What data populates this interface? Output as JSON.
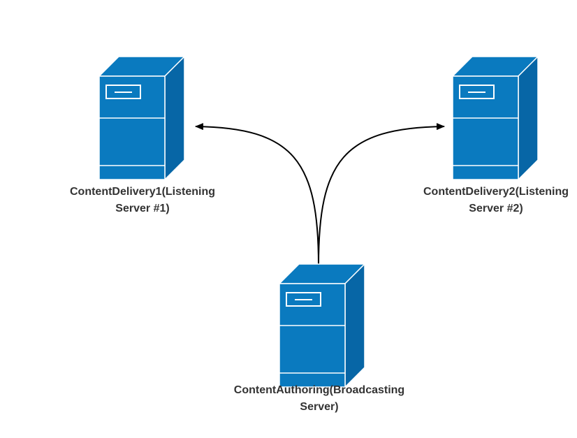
{
  "diagram": {
    "nodes": [
      {
        "id": "content-delivery-1",
        "icon": "server-icon",
        "label_line1": "ContentDelivery1(Listening",
        "label_line2": "Server #1)"
      },
      {
        "id": "content-delivery-2",
        "icon": "server-icon",
        "label_line1": "ContentDelivery2(Listening",
        "label_line2": "Server #2)"
      },
      {
        "id": "content-authoring",
        "icon": "server-icon",
        "label_line1": "ContentAuthoring(Broadcasting",
        "label_line2": "Server)"
      }
    ],
    "edges": [
      {
        "from": "content-authoring",
        "to": "content-delivery-1"
      },
      {
        "from": "content-authoring",
        "to": "content-delivery-2"
      }
    ],
    "colors": {
      "server_front": "#0a7abf",
      "server_side": "#0766a6",
      "server_lines": "#ffffff",
      "edge": "#000000",
      "label_text": "#333333"
    }
  }
}
